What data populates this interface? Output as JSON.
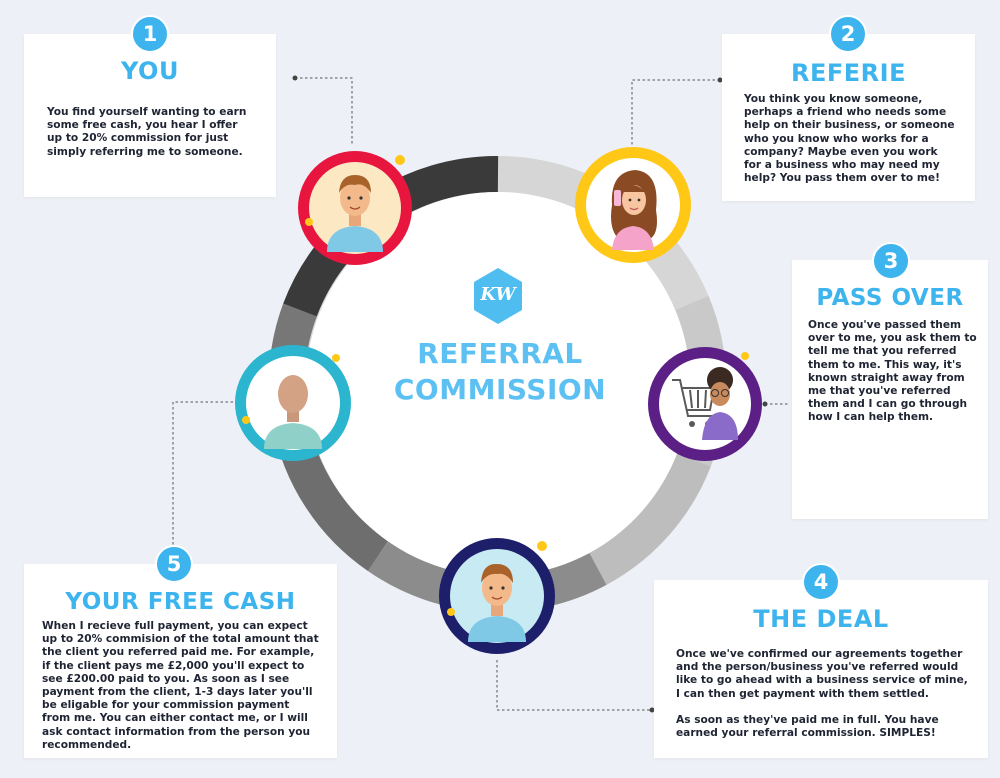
{
  "center": {
    "logo_text": "KW",
    "title_line1": "REFERRAL",
    "title_line2": "COMMISSION"
  },
  "steps": [
    {
      "number": "1",
      "title": "YOU",
      "lines": [
        "You find yourself wanting to earn",
        "some free cash, you hear I offer",
        "up to 20% commission for just",
        "simply referring me to someone."
      ],
      "avatar_ring_color": "#e8163f"
    },
    {
      "number": "2",
      "title": "REFERIE",
      "lines": [
        "You think you know someone,",
        "perhaps a friend who needs some",
        "help on their business, or someone",
        "who you know who works for a",
        "company? Maybe even you work",
        "for a business who may need my",
        "help? You pass them over to me!"
      ],
      "avatar_ring_color": "#ffc817"
    },
    {
      "number": "3",
      "title": "PASS OVER",
      "lines": [
        "Once you've passed them",
        "over to me, you ask them to",
        "tell me that you referred",
        "them to me. This way, it's",
        "known straight away from",
        "me that you've referred",
        "them and I can go through",
        "how I can help them."
      ],
      "avatar_ring_color": "#5b1f86"
    },
    {
      "number": "4",
      "title": "THE DEAL",
      "lines": [
        "Once we've confirmed our agreements together",
        "and the person/business you've referred would",
        "like to go ahead with a business service of mine,",
        "I can then get payment with them settled.",
        "",
        "As soon as they've paid me in full. You have",
        "earned your referral commission. SIMPLES!"
      ],
      "avatar_ring_color": "#1d1f6b"
    },
    {
      "number": "5",
      "title": "YOUR FREE CASH",
      "lines": [
        "When I recieve full payment, you can expect",
        "up to 20% commision of the total amount that",
        "the client you referred paid me. For example,",
        "if the client pays me £2,000 you'll expect to",
        "see £200.00 paid to you. As soon as I see",
        "payment from the client, 1-3 days later you'll",
        "be eligable for your commission payment",
        "from me. You can either contact me, or I will",
        "ask contact information from the person you",
        "recommended."
      ],
      "avatar_ring_color": "#2bb5cf"
    }
  ],
  "colors": {
    "accent": "#3db4ee",
    "ring_dark": "#3a3a3a",
    "ring_light": "#d9d9d9",
    "background": "#edf0f6"
  }
}
